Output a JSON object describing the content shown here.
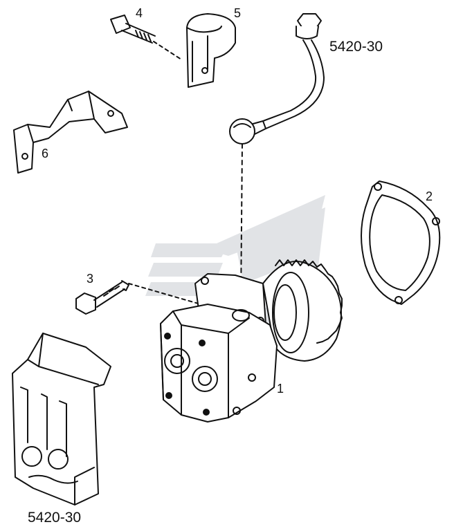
{
  "callouts": {
    "c1": "1",
    "c2": "2",
    "c3": "3",
    "c4": "4",
    "c5": "5",
    "c6": "6",
    "ref_pipe": "5420-30",
    "ref_cover": "5420-30"
  },
  "colors": {
    "ink": "#111111",
    "watermark": "#c9cdd3"
  }
}
